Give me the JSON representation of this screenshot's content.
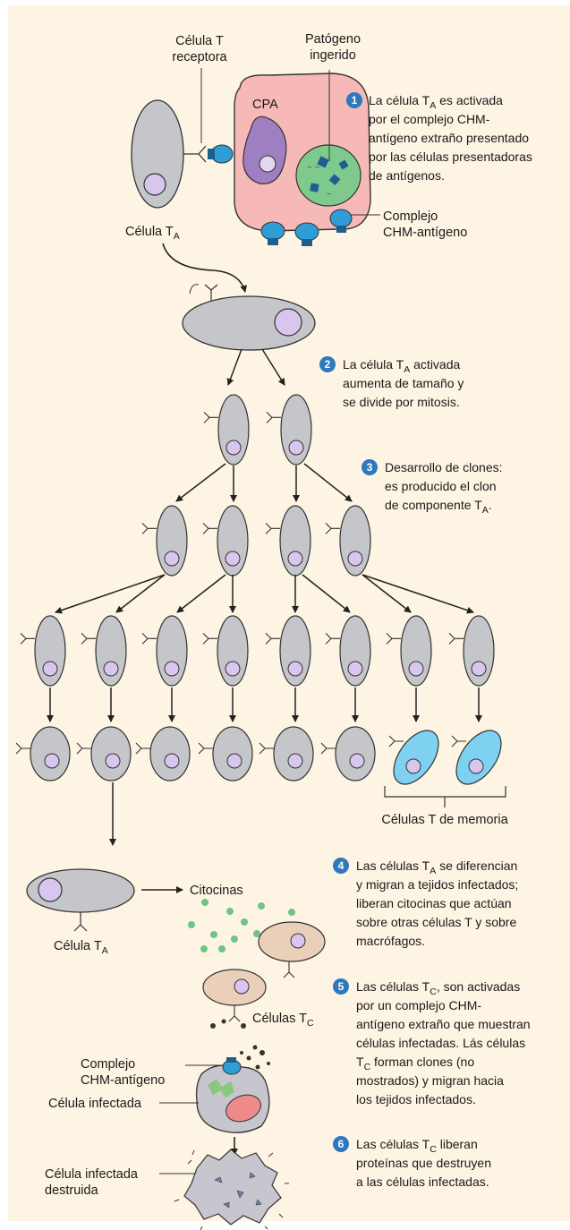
{
  "colors": {
    "background": "#fdf4e4",
    "cell_gray": "#c4c6c9",
    "nucleus": "#d9c6ee",
    "memory_cell": "#7fd1f2",
    "apc": "#f6b9b7",
    "receptor_blue": "#2f9dd6",
    "cytokine": "#6fc484",
    "step_badge": "#2e78bd"
  },
  "labels": {
    "receptor_line1": "Célula T",
    "receptor_line2": "receptora",
    "pathogen_line1": "Patógeno",
    "pathogen_line2": "ingerido",
    "apc": "CPA",
    "cell_ta_prefix": "Célula T",
    "cell_ta_sub": "A",
    "complex_line1": "Complejo",
    "complex_line2": "CHM-antígeno",
    "memory_cells": "Células T de memoria",
    "cytokines": "Citocinas",
    "cell_ta_2_prefix": "Célula T",
    "cell_ta_2_sub": "A",
    "tc_cells_prefix": "Células T",
    "tc_cells_sub": "C",
    "complex2_line1": "Complejo",
    "complex2_line2": "CHM-antígeno",
    "infected_cell": "Célula infectada",
    "destroyed_line1": "Célula infectada",
    "destroyed_line2": "destruida"
  },
  "steps": {
    "s1": {
      "num": "1",
      "l1a": "La célula T",
      "l1sub": "A",
      "l1b": " es activada",
      "l2": "por el complejo CHM-",
      "l3": "antígeno extraño presentado",
      "l4": "por las células presentadoras",
      "l5": "de antígenos."
    },
    "s2": {
      "num": "2",
      "l1a": "La célula T",
      "l1sub": "A",
      "l1b": " activada",
      "l2": "aumenta de tamaño y",
      "l3": "se divide por mitosis."
    },
    "s3": {
      "num": "3",
      "l1": "Desarrollo de clones:",
      "l2": "es producido el clon",
      "l3a": "de componente T",
      "l3sub": "A",
      "l3b": "."
    },
    "s4": {
      "num": "4",
      "l1a": "Las células T",
      "l1sub": "A",
      "l1b": " se diferencian",
      "l2": "y migran a tejidos infectados;",
      "l3": "liberan citocinas que actúan",
      "l4": "sobre otras células T y sobre",
      "l5": "macrófagos."
    },
    "s5": {
      "num": "5",
      "l1a": "Las células T",
      "l1sub": "C",
      "l1b": ", son activadas",
      "l2": "por un complejo CHM-",
      "l3": "antígeno extraño que muestran",
      "l4": "células infectadas. Lás células",
      "l5a": "T",
      "l5sub": "C",
      "l5b": " forman clones (no",
      "l6": "mostrados) y migran hacia",
      "l7": "los tejidos infectados."
    },
    "s6": {
      "num": "6",
      "l1a": "Las células T",
      "l1sub": "C",
      "l1b": " liberan",
      "l2": "proteínas que destruyen",
      "l3": "a las células infectadas."
    }
  }
}
